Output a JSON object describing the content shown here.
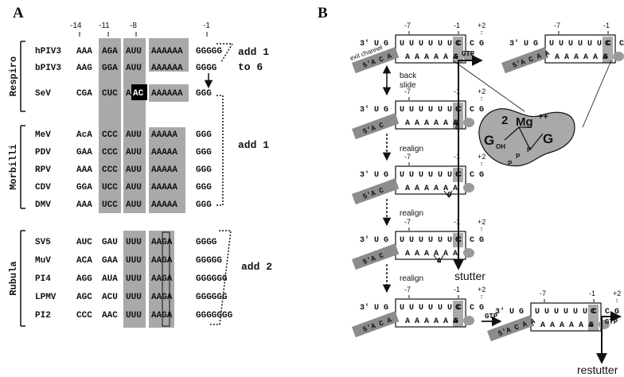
{
  "panelA": {
    "label": "A",
    "positions": [
      "-14",
      "-11",
      "-8",
      "-1"
    ],
    "groups": [
      {
        "name": "Respiro",
        "note": [
          "add 1",
          "to 6"
        ]
      },
      {
        "name": "Morbilli",
        "note": [
          "add 1"
        ]
      },
      {
        "name": "Rubula",
        "note": [
          "add 2"
        ]
      }
    ],
    "rows": [
      {
        "virus": "hPIV3",
        "s1": "AAA",
        "s2": "AGA",
        "s3": "AUU",
        "s4": "AAAAAA",
        "g": "GGGGG"
      },
      {
        "virus": "bPIV3",
        "s1": "AAG",
        "s2": "GGA",
        "s3": "AUU",
        "s4": "AAAAAA",
        "g": "GGGG"
      },
      {
        "virus": "SeV",
        "s1": "CGA",
        "s2": "CUC",
        "s3a": "A",
        "s3b": "AC",
        "s4": "AAAAAA",
        "g": "GGG"
      },
      {
        "virus": "MeV",
        "s1": "AcA",
        "s2": "CCC",
        "s3": "AUU",
        "s4": "AAAAA",
        "g": "GGG"
      },
      {
        "virus": "PDV",
        "s1": "GAA",
        "s2": "CCC",
        "s3": "AUU",
        "s4": "AAAAA",
        "g": "GGG"
      },
      {
        "virus": "RPV",
        "s1": "AAA",
        "s2": "CCC",
        "s3": "AUU",
        "s4": "AAAAA",
        "g": "GGG"
      },
      {
        "virus": "CDV",
        "s1": "GGA",
        "s2": "UCC",
        "s3": "AUU",
        "s4": "AAAAA",
        "g": "GGG"
      },
      {
        "virus": "DMV",
        "s1": "AAA",
        "s2": "UCC",
        "s3": "AUU",
        "s4": "AAAAA",
        "g": "GGG"
      },
      {
        "virus": "SV5",
        "s1": "AUC",
        "s2": "GAU",
        "s3": "UUU",
        "s4": "AAGA",
        "g": "GGGG"
      },
      {
        "virus": "MuV",
        "s1": "ACA",
        "s2": "GAA",
        "s3": "UUU",
        "s4": "AAGA",
        "g": "GGGGG"
      },
      {
        "virus": "PI4",
        "s1": "AGG",
        "s2": "AUA",
        "s3": "UUU",
        "s4": "AAGA",
        "g": "GGGGGG"
      },
      {
        "virus": "LPMV",
        "s1": "AGC",
        "s2": "ACU",
        "s3": "UUU",
        "s4": "AAGA",
        "g": "GGGGGG"
      },
      {
        "virus": "PI2",
        "s1": "CCC",
        "s2": "AAC",
        "s3": "UUU",
        "s4": "AAGA",
        "g": "GGGGGGG"
      }
    ]
  },
  "panelB": {
    "label": "B",
    "template_left": "3' U G",
    "template_box": "U U U U U U C",
    "template_c": "C",
    "template_right": "C G",
    "product": "A A A A A A",
    "product_g": "G",
    "num_m7": "-7",
    "num_m1": "-1",
    "num_p2": "+2",
    "exit_channel": "exit channel",
    "exit_seq": "5'A C A",
    "exit_seq_short": "5'A C",
    "exit_seq_long": "5'A C A A",
    "back_slide": [
      "back",
      "slide"
    ],
    "realign": "realign",
    "bulge": "G",
    "bulge_a": "A",
    "gtp": "GTP",
    "stutter": "stutter",
    "restutter": "restutter",
    "mg_count": "2",
    "mg_label": "Mg",
    "mg_charge": "++",
    "g_oh": "G",
    "oh_sub": "OH",
    "g_right": "G",
    "phosphate": "P"
  }
}
